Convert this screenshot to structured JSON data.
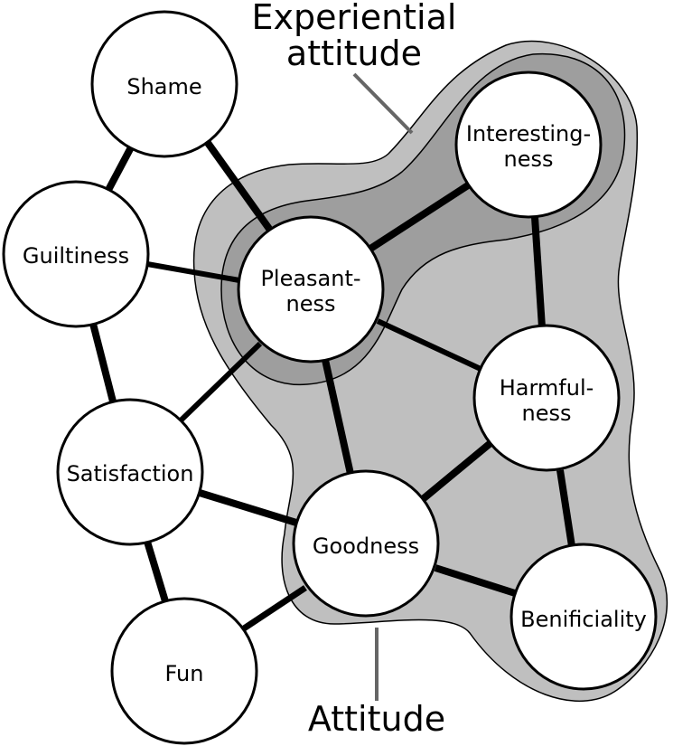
{
  "diagram": {
    "colors": {
      "attitude_region": "#bfbfbf",
      "experiential_region": "#9e9e9e",
      "edge": "#000000",
      "node_fill": "#ffffff",
      "callout_line": "#666666"
    },
    "nodes": {
      "shame": {
        "line1": "Shame"
      },
      "guiltiness": {
        "line1": "Guiltiness"
      },
      "satisfaction": {
        "line1": "Satisfaction"
      },
      "fun": {
        "line1": "Fun"
      },
      "pleasantness": {
        "line1": "Pleasant-",
        "line2": "ness"
      },
      "interestingness": {
        "line1": "Interesting-",
        "line2": "ness"
      },
      "harmfulness": {
        "line1": "Harmful-",
        "line2": "ness"
      },
      "goodness": {
        "line1": "Goodness"
      },
      "beneficiality": {
        "line1": "Benificiality"
      }
    },
    "callouts": {
      "experiential_line1": "Experiential",
      "experiential_line2": "attitude",
      "attitude": "Attitude"
    }
  }
}
